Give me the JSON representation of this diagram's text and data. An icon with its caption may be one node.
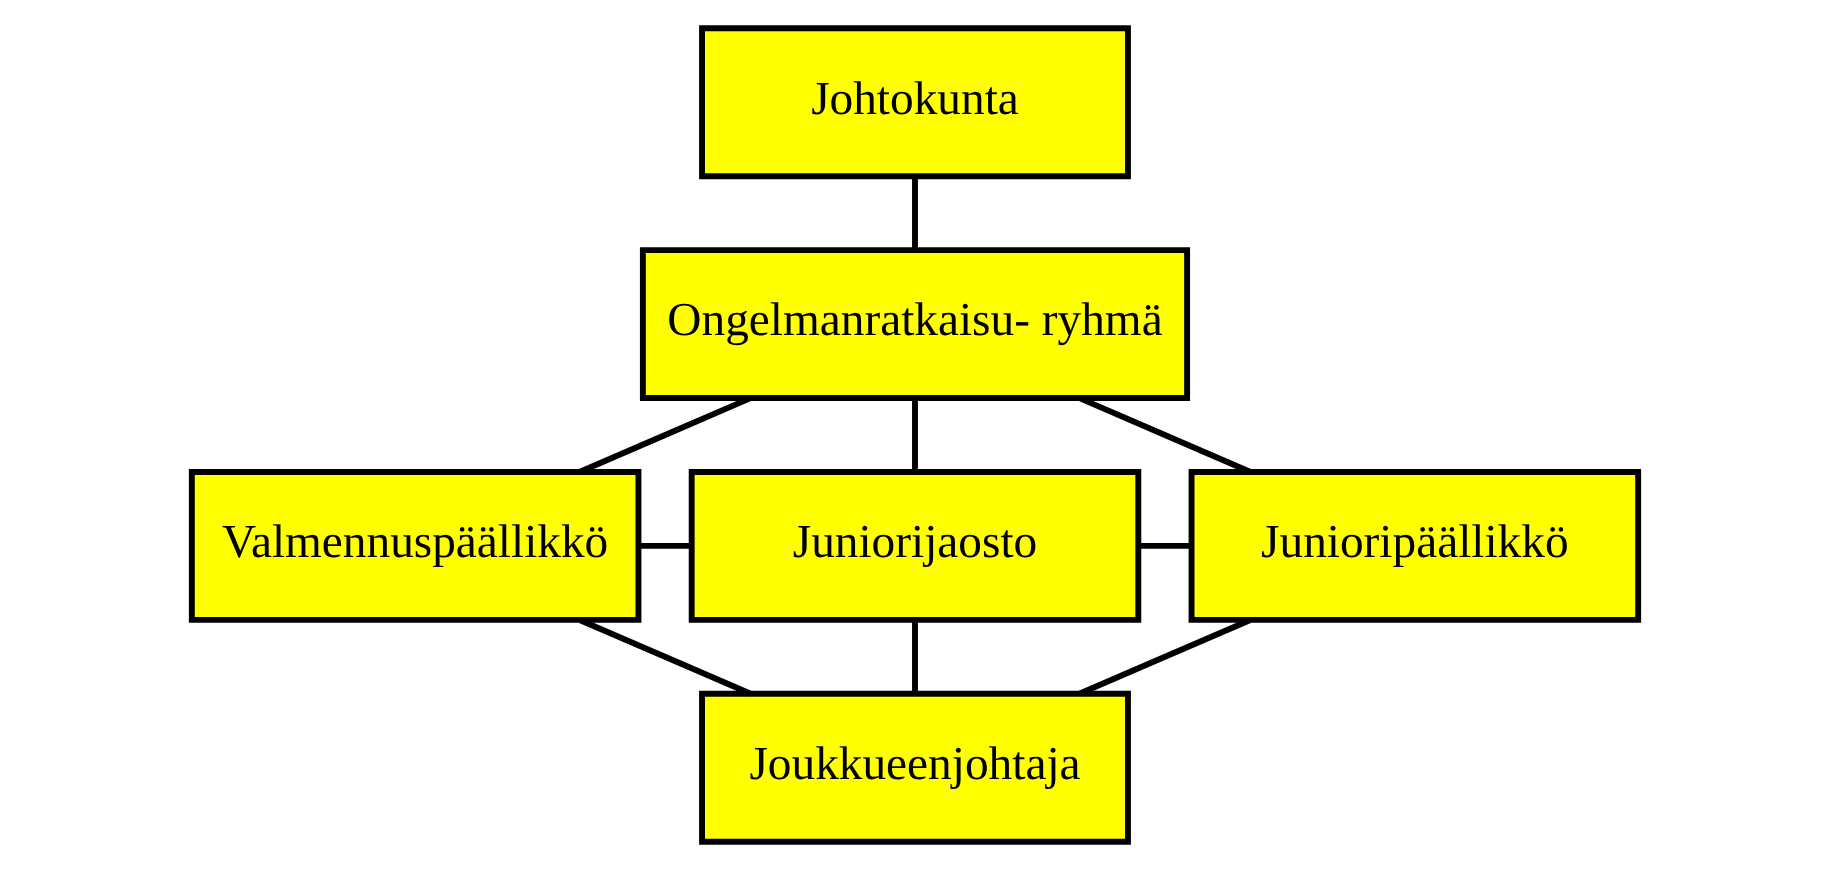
{
  "diagram": {
    "nodes": [
      {
        "text": [
          "Johtokunta"
        ]
      },
      {
        "text": [
          "Ongelmanratkaisu- ryhmä"
        ]
      },
      {
        "text": [
          "Valmennuspäällikkö"
        ]
      },
      {
        "text": [
          "Juniorijaosto"
        ]
      },
      {
        "text": [
          "Junioripäällikkö"
        ]
      },
      {
        "text": [
          "Joukkueenjohtaja"
        ]
      }
    ],
    "edges": [
      {
        "from": 0,
        "to": 1,
        "arrow": "none"
      },
      {
        "from": 1,
        "to": 3,
        "arrow": "none"
      },
      {
        "from": 3,
        "to": 5,
        "arrow": "none"
      },
      {
        "from": 2,
        "to": 3,
        "arrow": "none"
      },
      {
        "from": 3,
        "to": 4,
        "arrow": "none"
      },
      {
        "from": 1,
        "to": 2,
        "arrow": "none"
      },
      {
        "from": 1,
        "to": 4,
        "arrow": "none"
      },
      {
        "from": 2,
        "to": 5,
        "arrow": "none"
      },
      {
        "from": 4,
        "to": 5,
        "arrow": "none"
      }
    ]
  }
}
